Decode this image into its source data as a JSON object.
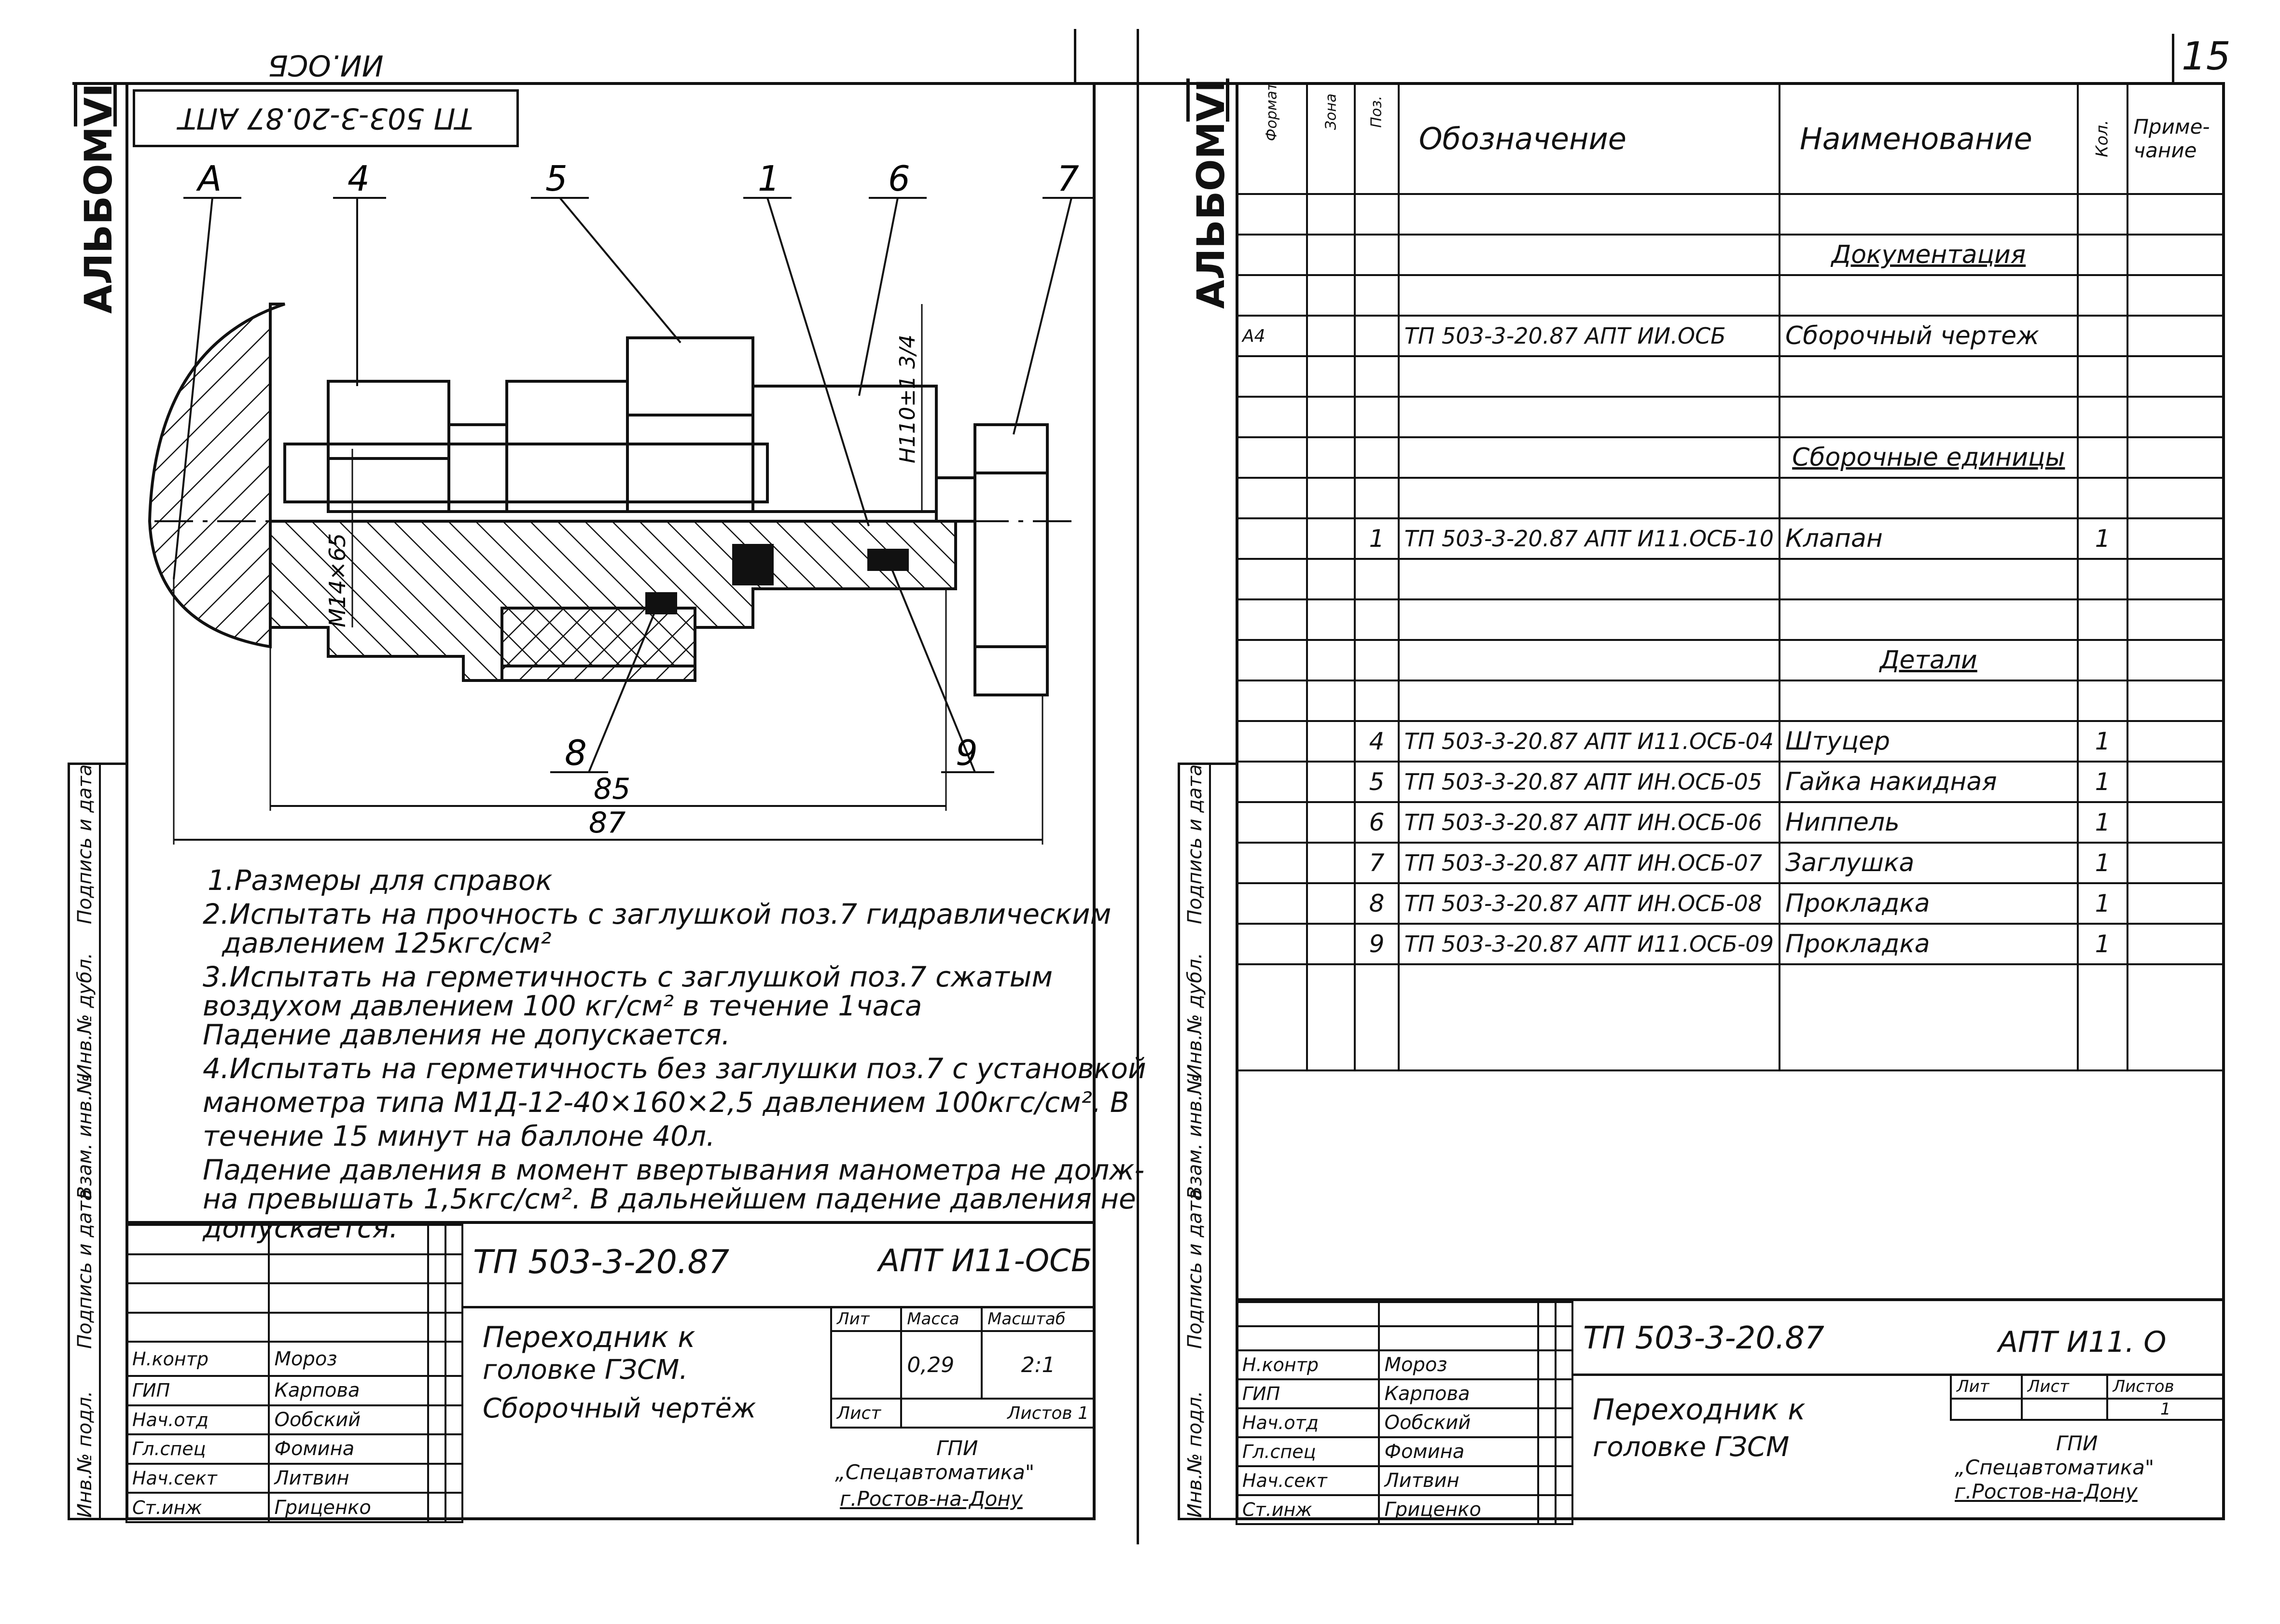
{
  "page_number": "15",
  "left": {
    "album_label": "АЛЬБОМ",
    "album_number": "VI",
    "corner_stamp": "ТП 503-3-20.87 АПТ ИИ.ОСБ",
    "callouts": [
      "A",
      "4",
      "5",
      "1",
      "6",
      "7",
      "8",
      "9"
    ],
    "dim_h110": "Н110±1 3/4",
    "dim_m14": "М14×65",
    "dim_85": "85",
    "dim_87": "87",
    "notes": [
      "1.Размеры для справок",
      "2.Испытать на прочность с заглушкой поз.7 гидравлическим",
      "давлением 125кгс/см²",
      "3.Испытать на герметичность с заглушкой поз.7 сжатым",
      "воздухом давлением 100 кг/см² в течение 1часа",
      "Падение давления не допускается.",
      "4.Испытать на герметичность без заглушки поз.7 с установкой",
      "манометра типа М1Д-12-40×160×2,5 давлением 100кгс/см². В",
      "течение 15 минут на баллоне 40л.",
      "Падение давления в момент ввертывания манометра не долж-",
      "на превышать 1,5кгс/см². В дальнейшем падение давления не",
      "допускается."
    ],
    "side_labels": [
      "Инв.№ подл.",
      "Подпись и дата",
      "Взам. инв.№",
      "Инв.№ дубл.",
      "Подпись и дата"
    ],
    "title_block": {
      "doc_code": "ТП 503-3-20.87",
      "doc_suffix": "АПТ И11-ОСБ",
      "title_line1": "Переходник к",
      "title_line2": "головке ГЗСМ.",
      "title_line3": "Сборочный чертёж",
      "hdr_lit": "Лит",
      "hdr_mass": "Масса",
      "hdr_scale": "Масштаб",
      "mass": "0,29",
      "scale": "2:1",
      "sheet": "Лист",
      "sheets": "Листов 1",
      "org1": "ГПИ",
      "org2": "„Спецавтоматика\"",
      "org3": "г.Ростов-на-Дону",
      "people": [
        {
          "role": "Н.контр",
          "name": "Мороз"
        },
        {
          "role": "ГИП",
          "name": "Карпова"
        },
        {
          "role": "Нач.отд",
          "name": "Ообский"
        },
        {
          "role": "Гл.спец",
          "name": "Фомина"
        },
        {
          "role": "Нач.сект",
          "name": "Литвин"
        },
        {
          "role": "Ст.инж",
          "name": "Гриценко"
        }
      ]
    }
  },
  "right": {
    "album_label": "АЛЬБОМ",
    "album_number": "VI",
    "spec_headers": {
      "format": "Формат",
      "zone": "Зона",
      "pos": "Поз.",
      "designation": "Обозначение",
      "name": "Наименование",
      "qty": "Кол.",
      "note": "Приме-чание"
    },
    "rows": [
      {
        "format": "",
        "pos": "",
        "designation": "",
        "name": "",
        "qty": ""
      },
      {
        "format": "",
        "pos": "",
        "designation": "",
        "name": "Документация",
        "qty": "",
        "section": true
      },
      {
        "format": "",
        "pos": "",
        "designation": "",
        "name": "",
        "qty": ""
      },
      {
        "format": "А4",
        "pos": "",
        "designation": "ТП 503-3-20.87 АПТ ИИ.ОСБ",
        "name": "Сборочный чертеж",
        "qty": ""
      },
      {
        "format": "",
        "pos": "",
        "designation": "",
        "name": "",
        "qty": ""
      },
      {
        "format": "",
        "pos": "",
        "designation": "",
        "name": "",
        "qty": ""
      },
      {
        "format": "",
        "pos": "",
        "designation": "",
        "name": "Сборочные единицы",
        "qty": "",
        "section": true
      },
      {
        "format": "",
        "pos": "",
        "designation": "",
        "name": "",
        "qty": ""
      },
      {
        "format": "",
        "pos": "1",
        "designation": "ТП 503-3-20.87 АПТ И11.ОСБ-10",
        "name": "Клапан",
        "qty": "1"
      },
      {
        "format": "",
        "pos": "",
        "designation": "",
        "name": "",
        "qty": ""
      },
      {
        "format": "",
        "pos": "",
        "designation": "",
        "name": "",
        "qty": ""
      },
      {
        "format": "",
        "pos": "",
        "designation": "",
        "name": "Детали",
        "qty": "",
        "section": true
      },
      {
        "format": "",
        "pos": "",
        "designation": "",
        "name": "",
        "qty": ""
      },
      {
        "format": "",
        "pos": "4",
        "designation": "ТП 503-3-20.87 АПТ И11.ОСБ-04",
        "name": "Штуцер",
        "qty": "1"
      },
      {
        "format": "",
        "pos": "5",
        "designation": "ТП 503-3-20.87 АПТ ИН.ОСБ-05",
        "name": "Гайка накидная",
        "qty": "1"
      },
      {
        "format": "",
        "pos": "6",
        "designation": "ТП 503-3-20.87 АПТ ИН.ОСБ-06",
        "name": "Ниппель",
        "qty": "1"
      },
      {
        "format": "",
        "pos": "7",
        "designation": "ТП 503-3-20.87 АПТ ИН.ОСБ-07",
        "name": "Заглушка",
        "qty": "1"
      },
      {
        "format": "",
        "pos": "8",
        "designation": "ТП 503-3-20.87 АПТ ИН.ОСБ-08",
        "name": "Прокладка",
        "qty": "1"
      },
      {
        "format": "",
        "pos": "9",
        "designation": "ТП 503-3-20.87 АПТ И11.ОСБ-09",
        "name": "Прокладка",
        "qty": "1"
      }
    ],
    "side_labels": [
      "Инв.№ подл.",
      "Подпись и дата",
      "Взам. инв.№",
      "Инв.№ дубл.",
      "Подпись и дата"
    ],
    "title_block": {
      "doc_code": "ТП 503-3-20.87",
      "doc_suffix": "АПТ И11. О",
      "title_line1": "Переходник к",
      "title_line2": "головке ГЗСМ",
      "hdr_lit": "Лит",
      "hdr_sheet": "Лист",
      "hdr_sheets": "Листов",
      "sheets_val": "1",
      "org1": "ГПИ",
      "org2": "„Спецавтоматика\"",
      "org3": "г.Ростов-на-Дону",
      "people": [
        {
          "role": "Н.контр",
          "name": "Мороз"
        },
        {
          "role": "ГИП",
          "name": "Карпова"
        },
        {
          "role": "Нач.отд",
          "name": "Ообский"
        },
        {
          "role": "Гл.спец",
          "name": "Фомина"
        },
        {
          "role": "Нач.сект",
          "name": "Литвин"
        },
        {
          "role": "Ст.инж",
          "name": "Гриценко"
        }
      ]
    }
  }
}
